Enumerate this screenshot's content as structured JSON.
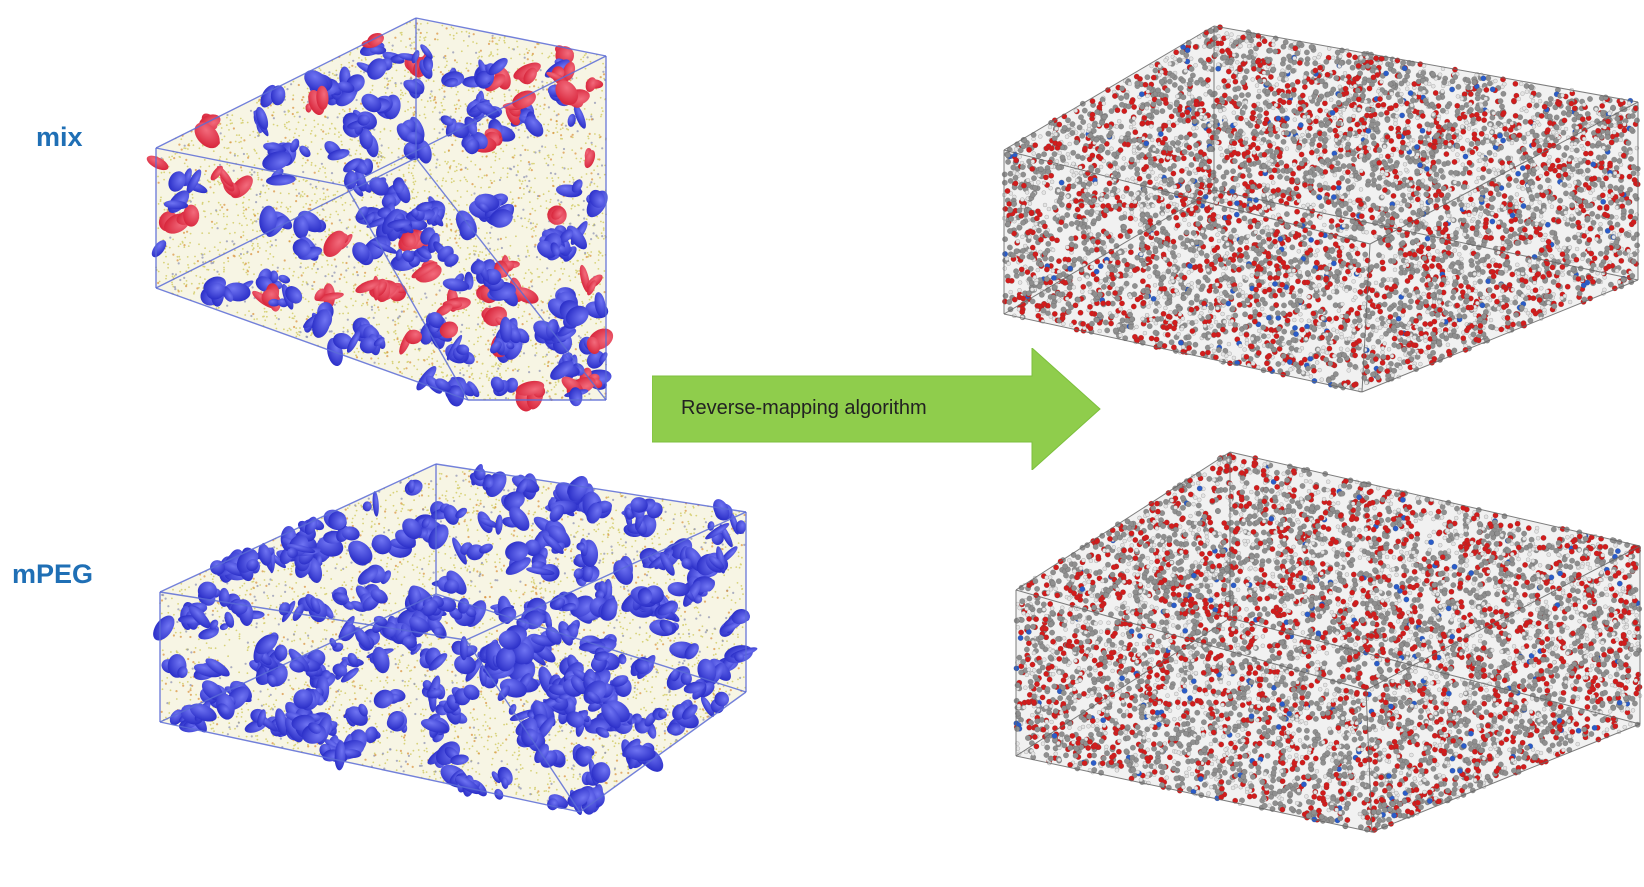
{
  "labels": {
    "mix": "mix",
    "mpeg": "mPEG"
  },
  "arrow": {
    "text": "Reverse-mapping algorithm"
  },
  "colors": {
    "label": "#1f6fb5",
    "arrow_fill": "#8fcd4c",
    "arrow_stroke": "#7cbf3c",
    "box_edge_cg": "#5b6bd6",
    "blob_blue": "#2b2fc8",
    "blob_red": "#d8263c",
    "background_dots": "#d8d27a",
    "box_edge_aa": "#666666",
    "atom_gray": "#8f8f8f",
    "atom_white": "#e4e4e4",
    "atom_red": "#d21c1c",
    "atom_blue": "#2a5cc8"
  }
}
